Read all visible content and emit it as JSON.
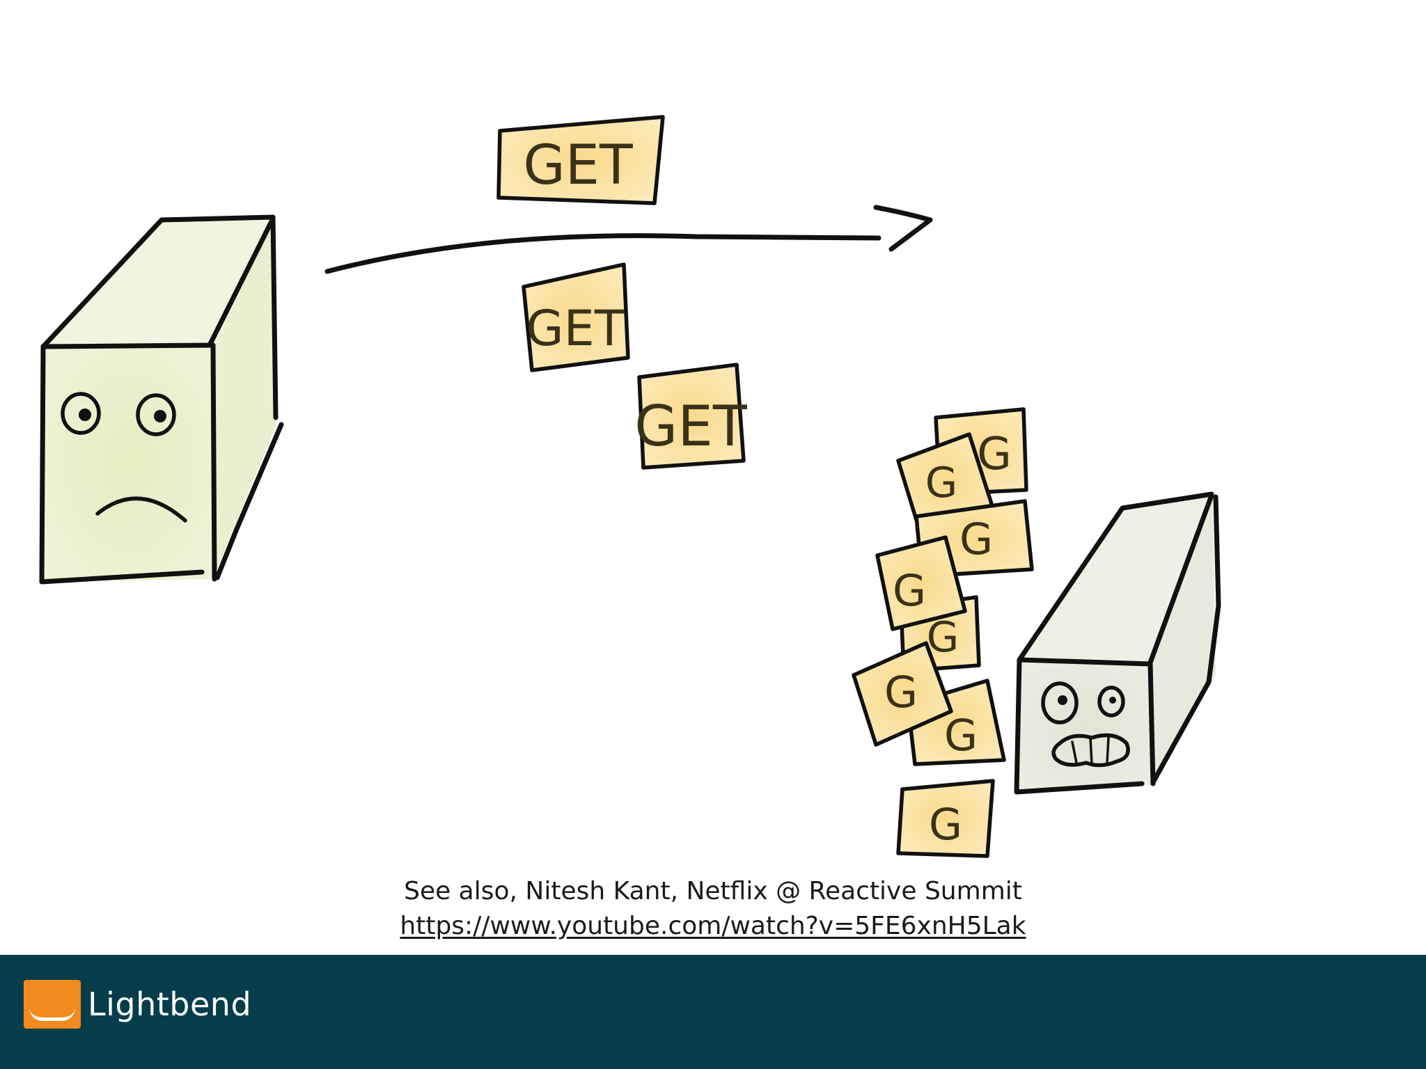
{
  "diagram": {
    "request_label": "GET",
    "queued_label": "G",
    "note_fill": "#fbe4a6",
    "client_fill": "#e8efc9",
    "server_fill": "#e4e8da"
  },
  "caption": {
    "line1": "See also, Nitesh Kant, Netflix @ Reactive Summit",
    "link": "https://www.youtube.com/watch?v=5FE6xnH5Lak"
  },
  "footer": {
    "brand_name": "Lightbend",
    "brand_color": "#f28a1e",
    "bar_color": "#053d4a"
  }
}
